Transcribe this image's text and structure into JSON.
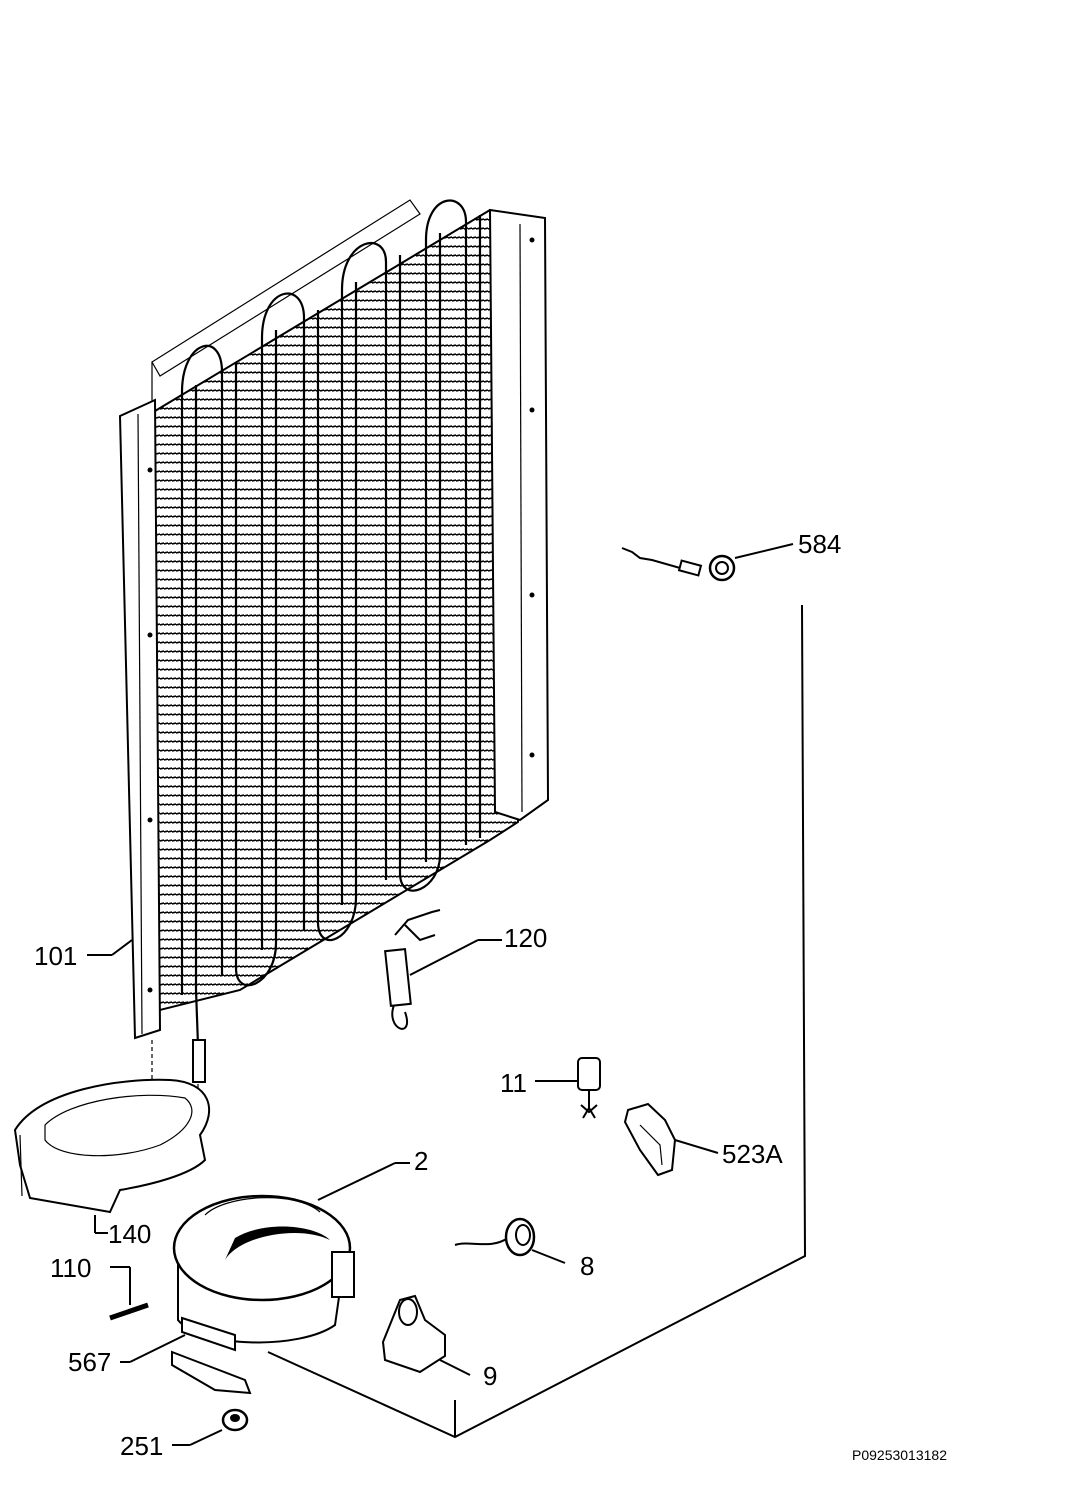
{
  "diagram": {
    "drawing_code": "P09253013182",
    "parts": [
      {
        "id": "584",
        "label": "584"
      },
      {
        "id": "101",
        "label": "101"
      },
      {
        "id": "120",
        "label": "120"
      },
      {
        "id": "11",
        "label": "11"
      },
      {
        "id": "523A",
        "label": "523A"
      },
      {
        "id": "2",
        "label": "2"
      },
      {
        "id": "140",
        "label": "140"
      },
      {
        "id": "110",
        "label": "110"
      },
      {
        "id": "8",
        "label": "8"
      },
      {
        "id": "567",
        "label": "567"
      },
      {
        "id": "9",
        "label": "9"
      },
      {
        "id": "251",
        "label": "251"
      }
    ]
  }
}
